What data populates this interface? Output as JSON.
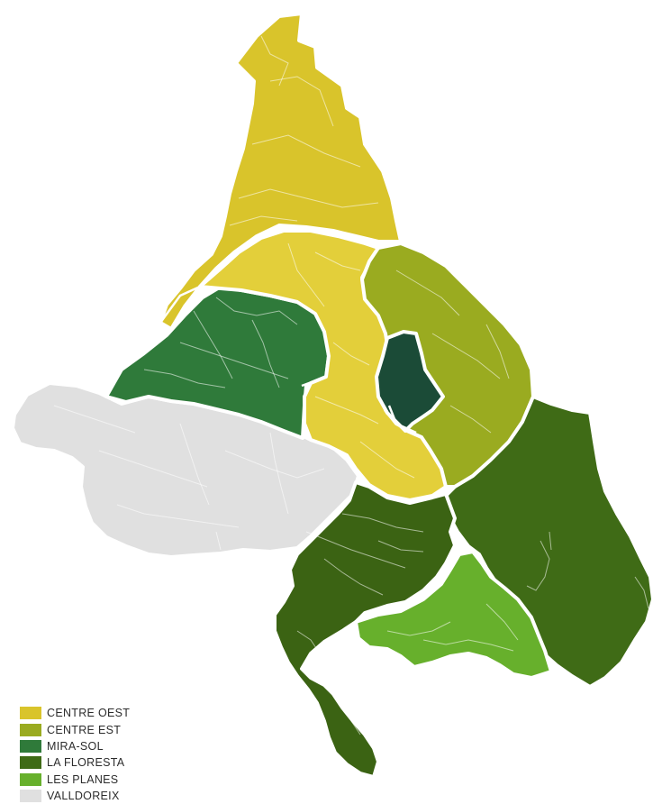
{
  "colors": {
    "centre_oest": "#d9c42b",
    "centre_oest_light": "#e3cf3a",
    "centre_est": "#9aab20",
    "mira_sol": "#2f7a3a",
    "centre_core": "#1b4b37",
    "la_floresta": "#3f6b16",
    "la_floresta_dark": "#3b6313",
    "les_planes": "#67b02c",
    "valldoreix": "#e0e0e0"
  },
  "legend": {
    "items": [
      {
        "label": "CENTRE OEST",
        "color": "#d9c42b"
      },
      {
        "label": "CENTRE EST",
        "color": "#9aab20"
      },
      {
        "label": "MIRA-SOL",
        "color": "#2f7a3a"
      },
      {
        "label": "LA FLORESTA",
        "color": "#3f6b16"
      },
      {
        "label": "LES PLANES",
        "color": "#67b02c"
      },
      {
        "label": "VALLDOREIX",
        "color": "#e0e0e0"
      }
    ]
  }
}
